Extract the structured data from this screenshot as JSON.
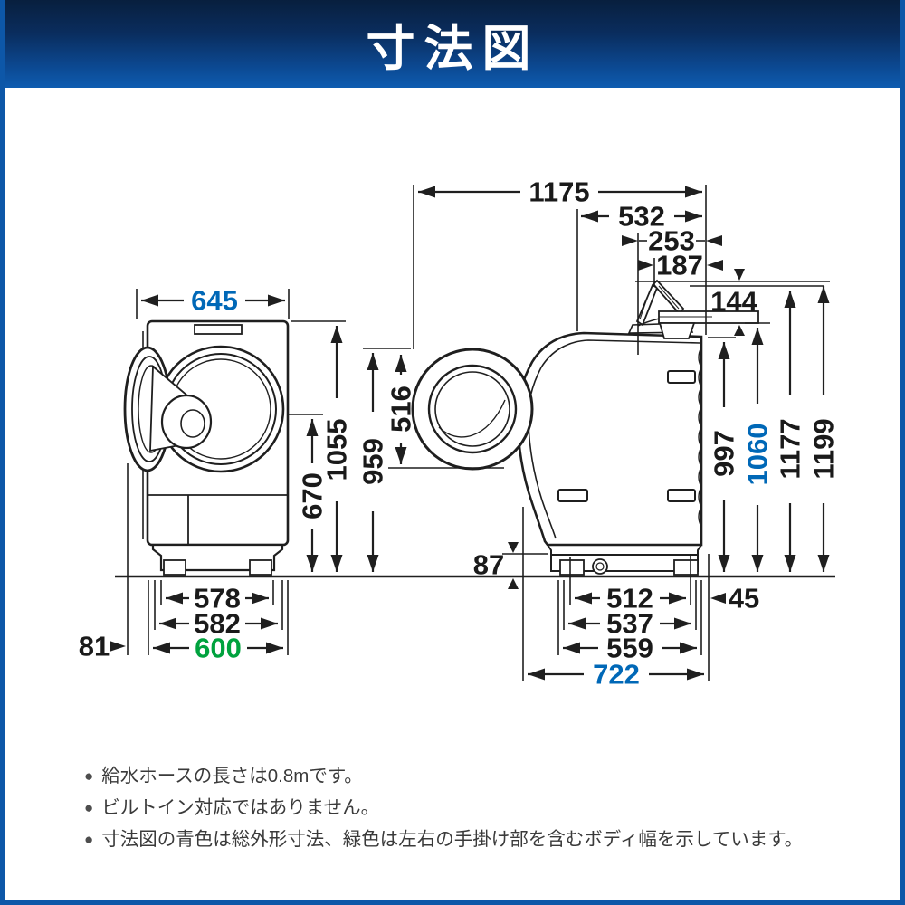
{
  "header": {
    "title": "寸法図"
  },
  "colors": {
    "banner_top": "#081f3e",
    "banner_bottom": "#0e5cb0",
    "frame_blue": "#0d57a8",
    "dim_black": "#1a1a1a",
    "dim_blue": "#0068b7",
    "dim_green": "#00a23e",
    "note_gray": "#3a3a3a"
  },
  "dims": {
    "front_overall_width": "645",
    "front_door_center_height": "670",
    "front_overall_height": "1055",
    "front_base_width": "578",
    "front_lower_width": "582",
    "front_body_width": "600",
    "front_door_protrusion": "81",
    "door_top_height": "959",
    "door_diameter": "516",
    "top_depth_door_open": "1175",
    "top_lid_depth": "532",
    "top_lid_outer": "253",
    "top_lid_inner": "187",
    "hose_gap": "144",
    "side_back_height": "997",
    "side_hose_height": "1060",
    "side_lid_height_inner": "1177",
    "side_lid_height_outer": "1199",
    "side_base_front_height": "87",
    "side_base_depth": "512",
    "side_lower_depth": "537",
    "side_body_depth": "559",
    "side_overall_depth": "722",
    "side_back_clearance": "45"
  },
  "notes": [
    "給水ホースの長さは0.8mです。",
    "ビルトイン対応ではありません。",
    "寸法図の青色は総外形寸法、緑色は左右の手掛け部を含むボディ幅を示しています。"
  ]
}
